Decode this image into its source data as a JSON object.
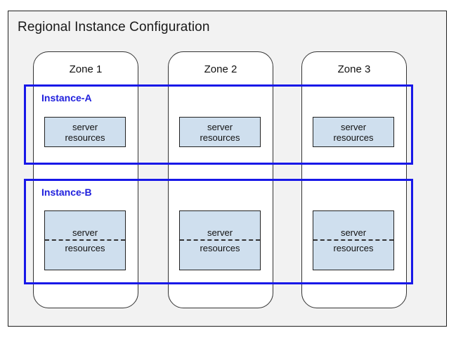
{
  "diagram": {
    "title": "Regional Instance Configuration",
    "background_color": "#f2f2f2",
    "frame_border_color": "#222222",
    "accent_color": "#1818e8",
    "resource_fill_color": "#cfdfee"
  },
  "zones": [
    {
      "id": "zone-1",
      "label": "Zone 1"
    },
    {
      "id": "zone-2",
      "label": "Zone 2"
    },
    {
      "id": "zone-3",
      "label": "Zone 3"
    }
  ],
  "instances": [
    {
      "id": "instance-a",
      "label": "Instance-A",
      "has_divider": false,
      "resources": [
        {
          "line1": "server",
          "line2": "resources"
        },
        {
          "line1": "server",
          "line2": "resources"
        },
        {
          "line1": "server",
          "line2": "resources"
        }
      ]
    },
    {
      "id": "instance-b",
      "label": "Instance-B",
      "has_divider": true,
      "resources": [
        {
          "line1": "server",
          "line2": "resources"
        },
        {
          "line1": "server",
          "line2": "resources"
        },
        {
          "line1": "server",
          "line2": "resources"
        }
      ]
    }
  ]
}
